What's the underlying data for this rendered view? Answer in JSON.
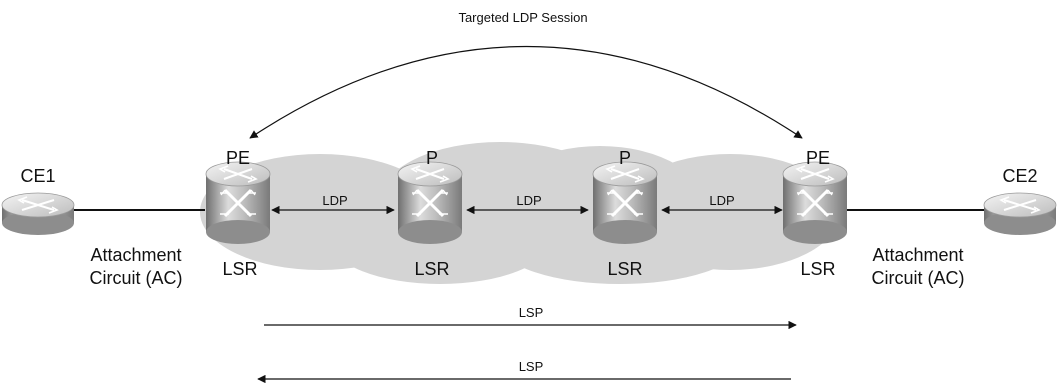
{
  "session": {
    "label": "Targeted LDP Session"
  },
  "devices": {
    "ce1": {
      "name": "CE1"
    },
    "pe1": {
      "role": "PE",
      "type": "LSR"
    },
    "p1": {
      "role": "P",
      "type": "LSR"
    },
    "p2": {
      "role": "P",
      "type": "LSR"
    },
    "pe2": {
      "role": "PE",
      "type": "LSR"
    },
    "ce2": {
      "name": "CE2"
    }
  },
  "links": {
    "ldp1": "LDP",
    "ldp2": "LDP",
    "ldp3": "LDP"
  },
  "attachment": {
    "left": {
      "line1": "Attachment",
      "line2": "Circuit (AC)"
    },
    "right": {
      "line1": "Attachment",
      "line2": "Circuit (AC)"
    }
  },
  "lsp": {
    "forward": "LSP",
    "reverse": "LSP"
  },
  "colors": {
    "cloud": "#d4d4d4",
    "line": "#111111",
    "router_light": "#eeeeee",
    "router_dark": "#8a8a8a"
  },
  "icons": {
    "ce": "router-icon",
    "pe": "switch-router-icon",
    "p": "switch-router-icon"
  }
}
